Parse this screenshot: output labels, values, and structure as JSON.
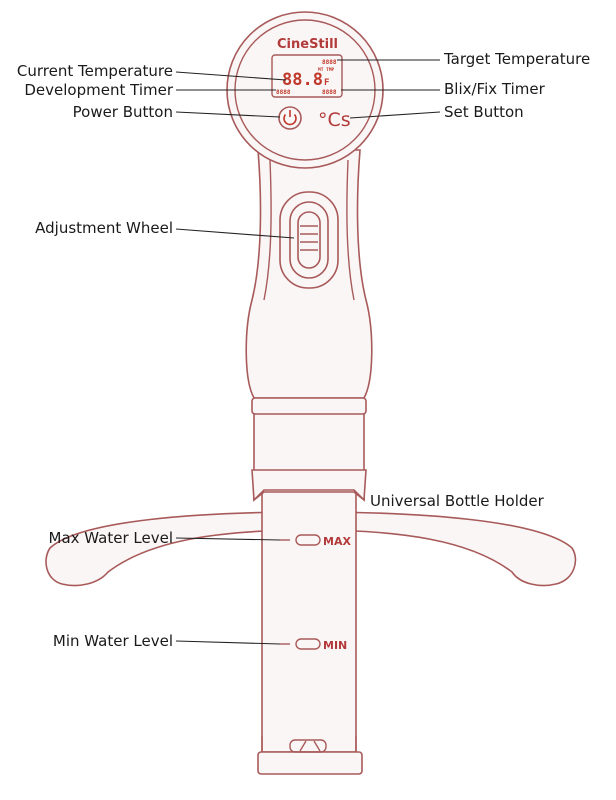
{
  "brand": "CineStill",
  "display": {
    "main_digits": "88.8",
    "sub_unit": "F",
    "small_digits": "8888",
    "tiny_code": "MT  TMP"
  },
  "set_button_text": "°Cs",
  "marks": {
    "max": "MAX",
    "min": "MIN"
  },
  "callouts": {
    "target_temperature": "Target Temperature",
    "current_temperature": "Current Temperature",
    "development_timer": "Development Timer",
    "blix_fix_timer": "Blix/Fix Timer",
    "power_button": "Power Button",
    "set_button": "Set Button",
    "adjustment_wheel": "Adjustment Wheel",
    "universal_bottle_holder": "Universal Bottle Holder",
    "max_water_level": "Max Water Level",
    "min_water_level": "Min Water Level"
  },
  "colors": {
    "outline": "#a85a5a",
    "accent": "#c0392b",
    "text": "#1a1a1a"
  }
}
